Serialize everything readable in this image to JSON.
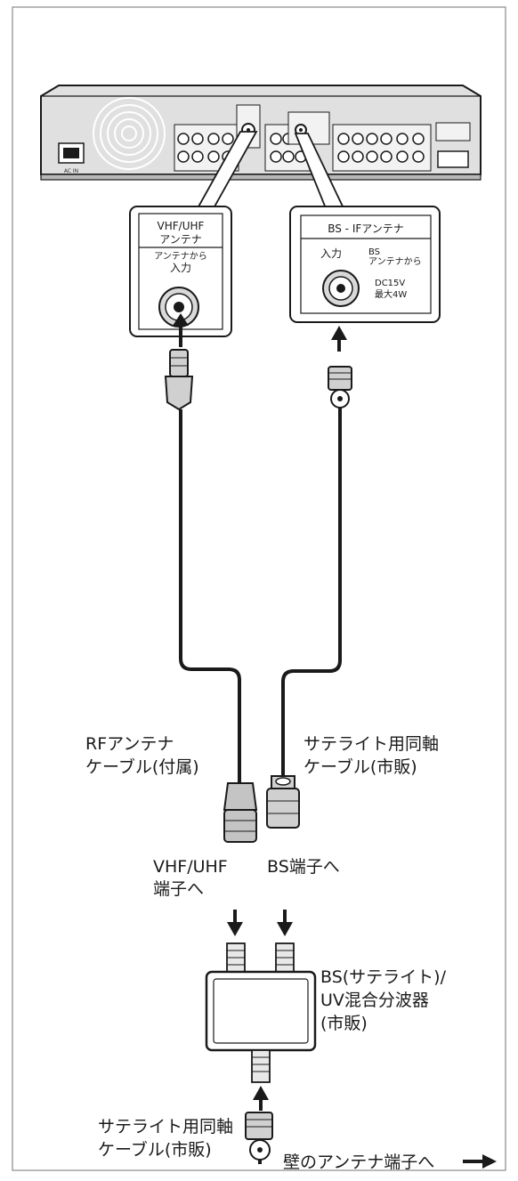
{
  "recorder": {
    "ac_in": "AC IN"
  },
  "vhf_panel": {
    "title_line1": "VHF/UHF",
    "title_line2": "アンテナ",
    "sub_line1": "アンテナから",
    "sub_line2": "入力"
  },
  "bs_panel": {
    "title": "BS - IFアンテナ",
    "input": "入力",
    "bs_line1": "BS",
    "bs_line2": "アンテナから",
    "dc_line1": "DC15V",
    "dc_line2": "最大4W"
  },
  "labels": {
    "rf_cable_line1": "RFアンテナ",
    "rf_cable_line2": "ケーブル(付属)",
    "sat_cable_line1": "サテライト用同軸",
    "sat_cable_line2": "ケーブル(市販)",
    "vhf_term_line1": "VHF/UHF",
    "vhf_term_line2": "端子へ",
    "bs_term": "BS端子へ",
    "mixer_line1": "BS(サテライト)/",
    "mixer_line2": "UV混合分波器",
    "mixer_line3": "(市販)",
    "sat_cable2_line1": "サテライト用同軸",
    "sat_cable2_line2": "ケーブル(市販)",
    "wall": "壁のアンテナ端子へ"
  },
  "colors": {
    "ink": "#1a1a1a",
    "device_fill": "#d9d9d9",
    "connector_fill": "#bfbfbf",
    "border": "#8a8a8a"
  }
}
